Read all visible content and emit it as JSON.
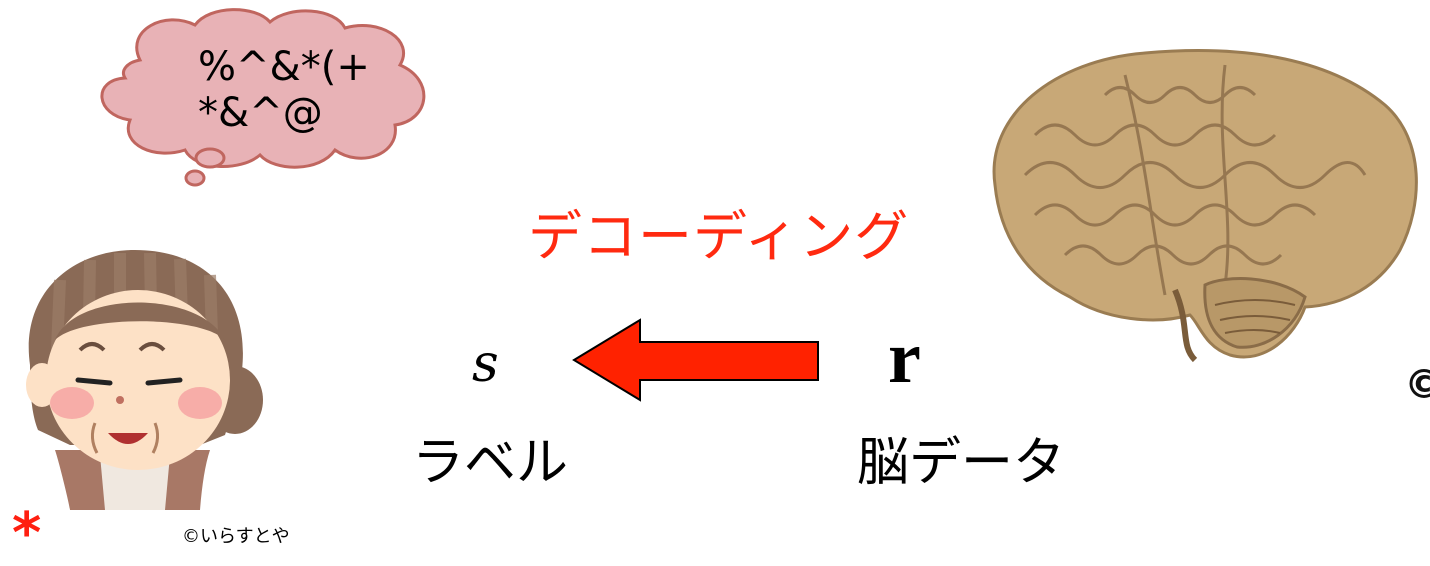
{
  "thought_bubble": {
    "line1": "%^&*(+",
    "line2": "*&^@"
  },
  "decoding_label": "デコーディング",
  "stimulus_symbol": "s",
  "response_symbol": "r",
  "stimulus_caption": "ラベル",
  "response_caption": "脳データ",
  "footnote_marker": "*",
  "credit": "©いらすとや",
  "cc_symbol": "©",
  "colors": {
    "accent": "#ff2a10",
    "arrow_fill": "#ff2200",
    "bubble_fill": "#e8b2b6",
    "brain": "#c8a877"
  },
  "icons": [
    "thought-bubble-icon",
    "grandma-illustration-icon",
    "left-arrow-icon",
    "brain-image-icon",
    "creative-commons-icon"
  ]
}
